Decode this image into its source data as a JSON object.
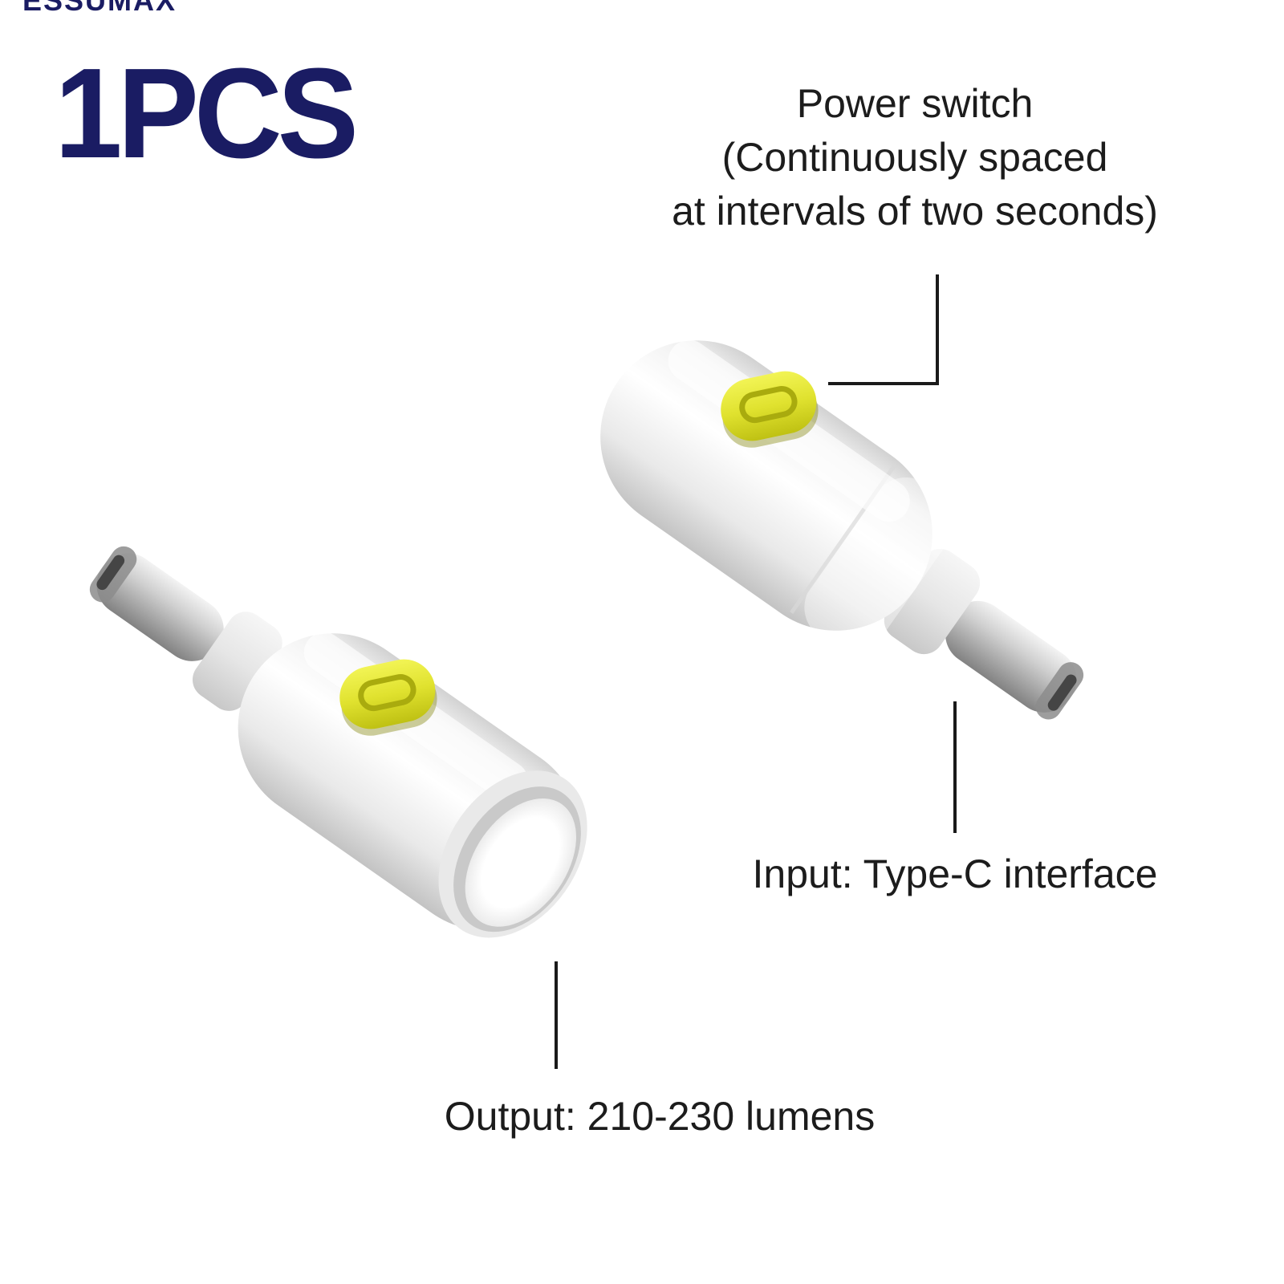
{
  "page": {
    "type": "product-listing-image",
    "background_color": "#ffffff"
  },
  "watermark": {
    "text": "ESSUMAX"
  },
  "badge": {
    "quantity": "1PCS"
  },
  "annotations": {
    "power_switch": {
      "lines": [
        "Power switch",
        "(Continuously spaced",
        "at intervals of two seconds)"
      ]
    },
    "input": {
      "label": "Input: Type-C interface"
    },
    "output": {
      "label": "Output: 210-230 lumens"
    }
  },
  "product": {
    "view_count": 2,
    "colors": {
      "body": "#f1f1f1",
      "switch_accent": "#dde22f",
      "connector_metal": "#a9a9a9",
      "lens": "#ffffff"
    }
  },
  "style": {
    "text_color": "#1c1c1c",
    "brand_color": "#1a1c63",
    "callout_line_color": "#1a1a1a"
  }
}
